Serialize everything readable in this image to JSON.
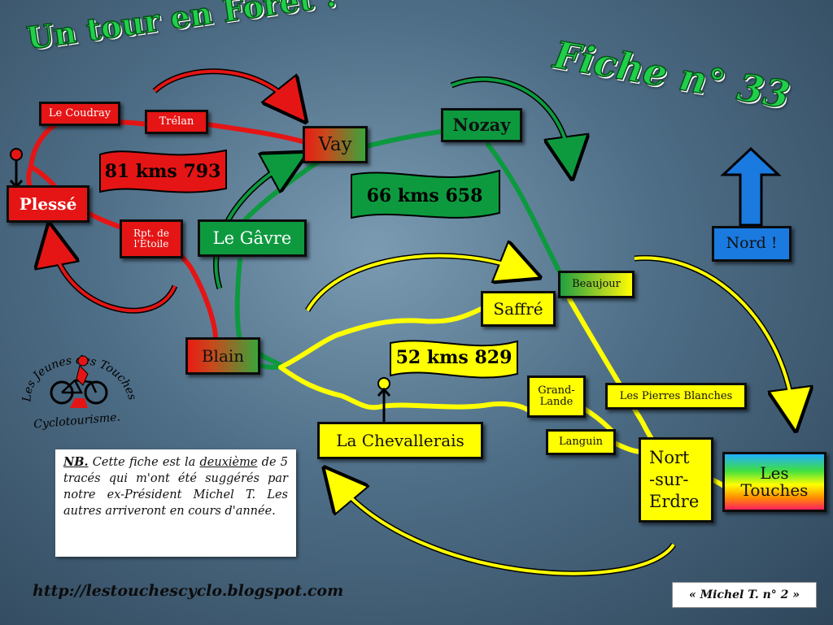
{
  "title": "Un tour en Forêt !",
  "fiche": "Fiche n° 33",
  "places": {
    "le_coudray": "Le Coudray",
    "trelan": "Trélan",
    "vay": "Vay",
    "nozay": "Nozay",
    "plesse": "Plessé",
    "rpt_etoile_line1": "Rpt. de",
    "rpt_etoile_line2": "l'Etoile",
    "le_gavre": "Le Gâvre",
    "blain": "Blain",
    "beaujour": "Beaujour",
    "saffre": "Saffré",
    "grand_lande_line1": "Grand-",
    "grand_lande_line2": "Lande",
    "les_pierres_blanches": "Les Pierres Blanches",
    "languin": "Languin",
    "la_chevallerais": "La Chevallerais",
    "nort_line1": "Nort",
    "nort_line2": "-sur-",
    "nort_line3": "Erdre",
    "les_touches_line1": "Les",
    "les_touches_line2": "Touches"
  },
  "distances": {
    "red": "81 kms 793",
    "green": "66 kms 658",
    "yellow": "52 kms 829"
  },
  "nord": "Nord !",
  "club": {
    "arc_text": "Les Jeunes des Touches",
    "bottom_text": "Cyclotourisme."
  },
  "note": {
    "nb": "NB.",
    "part1": " Cette fiche est la ",
    "deuxieme": "deuxième",
    "part2": " de 5 tracés qui m'ont été suggérés par notre ex-Président Michel T. Les autres arriveront en cours d'année."
  },
  "url": "http://lestouchescyclo.blogspot.com",
  "signature": "« Michel T. n° 2 »",
  "colors": {
    "red_route": "#e51515",
    "green_route": "#0d9a3f",
    "yellow_route": "#ffff00",
    "title_green": "#1fcf4a",
    "nord_blue": "#1a7ae0"
  }
}
